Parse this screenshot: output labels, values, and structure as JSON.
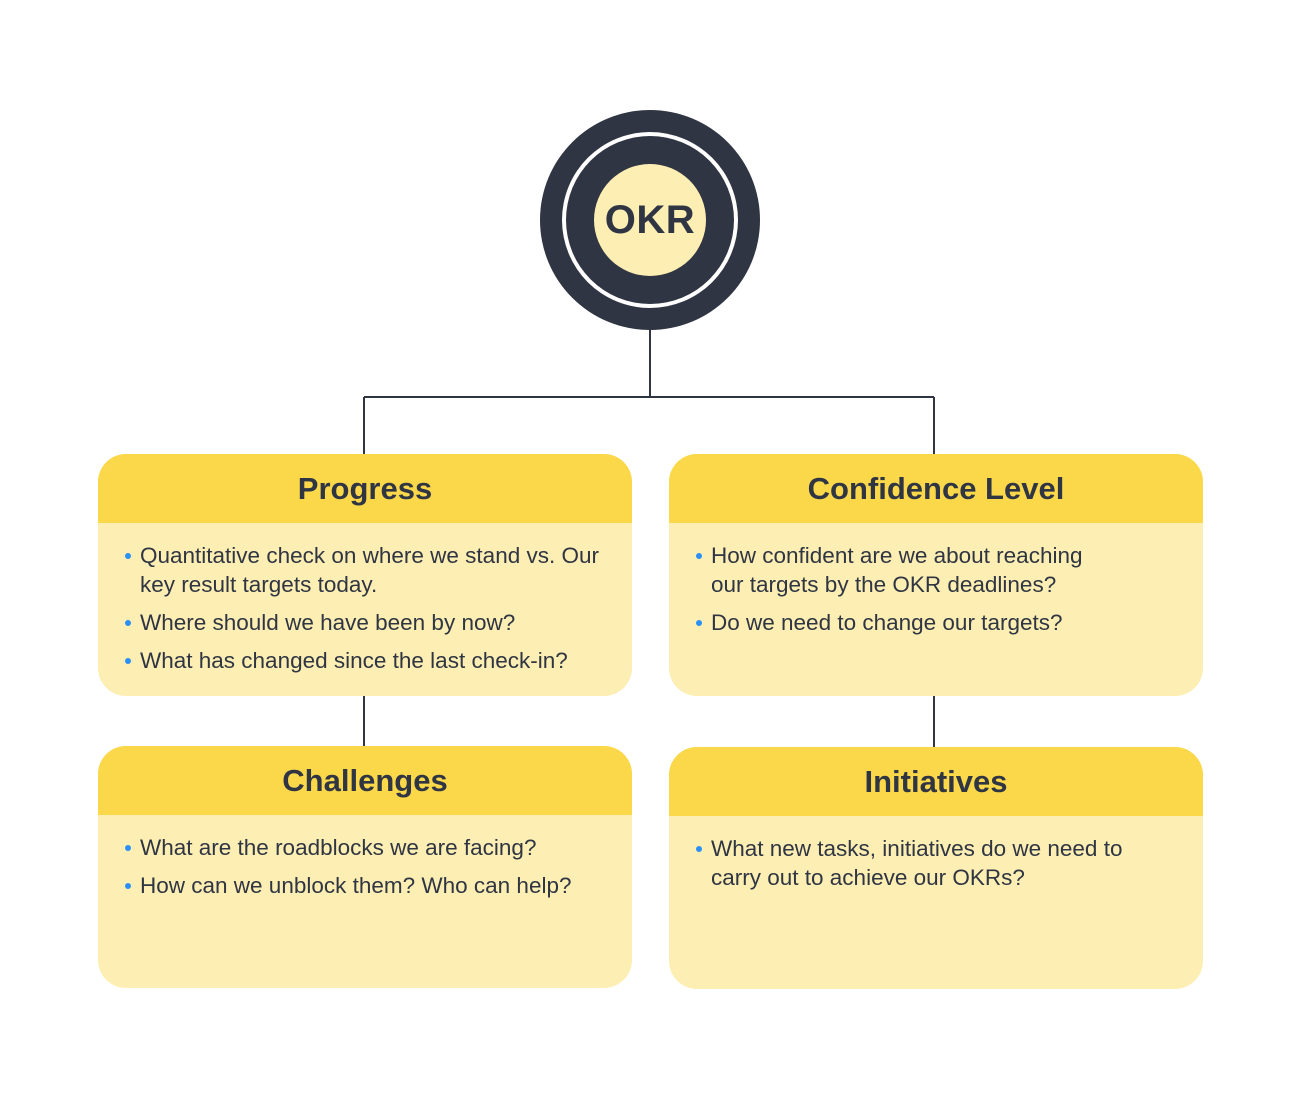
{
  "hub": {
    "label": "OKR"
  },
  "colors": {
    "hub_ring": "#2f3542",
    "hub_center": "#fdeeb4",
    "card_header": "#fbd84a",
    "card_body": "#fdeeb4",
    "bullet": "#2a8ff7",
    "text": "#2f3542"
  },
  "cards": {
    "progress": {
      "title": "Progress",
      "items": [
        "Quantitative check on where we stand vs. Our key result targets today.",
        "Where should we have been by now?",
        "What has changed since the last check-in?"
      ]
    },
    "confidence": {
      "title": "Confidence Level",
      "items": [
        "How confident are we about reaching our targets by the OKR deadlines?",
        "Do we need to change our targets?"
      ]
    },
    "challenges": {
      "title": "Challenges",
      "items": [
        "What are the roadblocks we are facing?",
        "How can we unblock them? Who can help?"
      ]
    },
    "initiatives": {
      "title": "Initiatives",
      "items": [
        "What new tasks, initiatives do we need to carry out to achieve our OKRs?"
      ]
    }
  }
}
